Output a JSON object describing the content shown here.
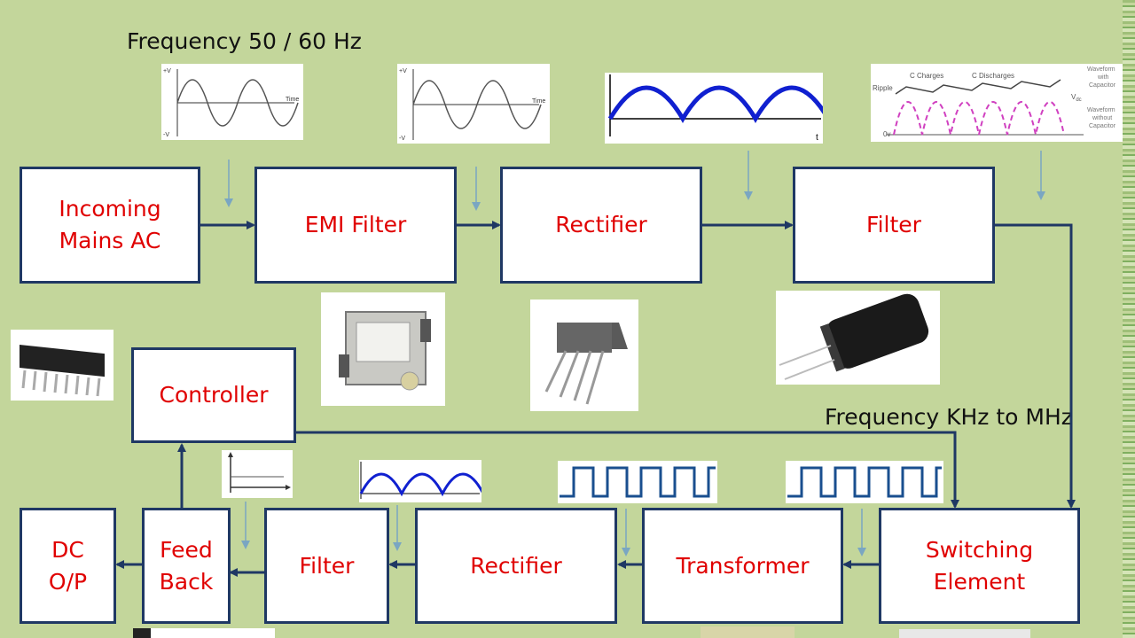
{
  "labels": {
    "freq_top": "Frequency 50 / 60 Hz",
    "freq_mid": "Frequency KHz to MHz"
  },
  "blocks": {
    "incoming": "Incoming\nMains AC",
    "emi": "EMI Filter",
    "rectifier_top": "Rectifier",
    "filter_top": "Filter",
    "controller": "Controller",
    "switching": "Switching\nElement",
    "transformer": "Transformer",
    "rectifier_bottom": "Rectifier",
    "filter_bottom": "Filter",
    "feedback": "Feed\nBack",
    "dc_out": "DC\nO/P"
  },
  "waveform_labels": {
    "plus_v": "+V",
    "minus_v": "-V",
    "time": "Time",
    "t": "t",
    "ripple": "Ripple",
    "c_charges": "C Charges",
    "c_discharges": "C Discharges",
    "vdc": "V",
    "vdc_sub": "dc",
    "zero_v": "0v",
    "with_cap": [
      "Waveform",
      "with",
      "Capacitor"
    ],
    "without_cap": [
      "Waveform",
      "without",
      "Capacitor"
    ]
  },
  "colors": {
    "background": "#c3d69b",
    "box_border": "#1f3864",
    "block_text": "#e00000",
    "arrow": "#1f3864",
    "down_arrow": "#7aa6c2",
    "wave_blue": "#1020d0"
  }
}
